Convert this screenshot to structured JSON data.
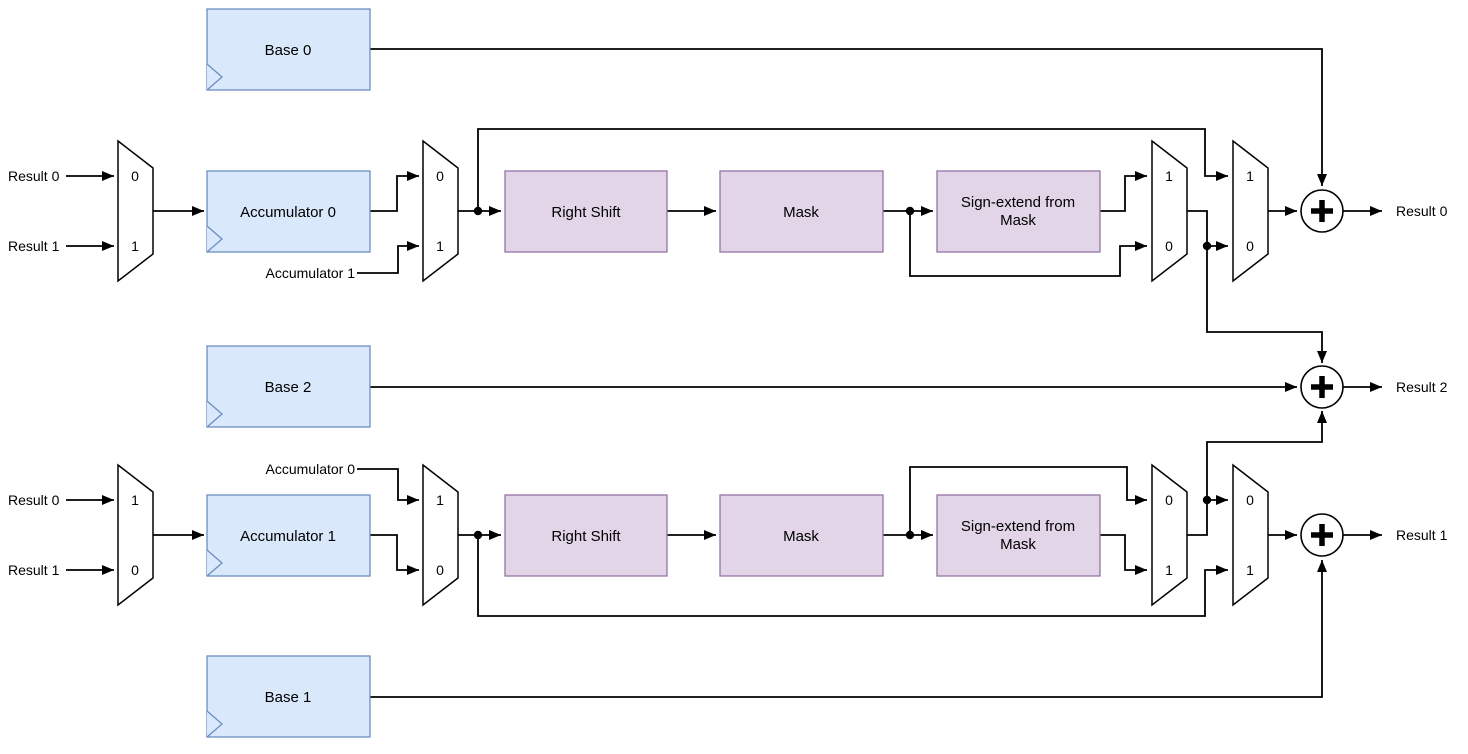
{
  "diagram": {
    "type": "datapath-block-diagram",
    "colors": {
      "register_fill": "#dae8fc",
      "register_stroke": "#6c8ebf",
      "block_fill": "#e1d5e7",
      "block_stroke": "#9673a6",
      "wire": "#000000",
      "background": "#ffffff"
    },
    "registers": {
      "base0": "Base 0",
      "base1": "Base 1",
      "base2": "Base 2",
      "accumulator0": "Accumulator 0",
      "accumulator1": "Accumulator 1"
    },
    "blocks": {
      "right_shift": "Right Shift",
      "mask": "Mask",
      "sign_extend_line1": "Sign-extend from",
      "sign_extend_line2": "Mask"
    },
    "ports": {
      "result0": "Result 0",
      "result1": "Result 1",
      "result2": "Result 2"
    },
    "wire_labels": {
      "accumulator0": "Accumulator 0",
      "accumulator1": "Accumulator 1"
    },
    "mux_labels": {
      "zero": "0",
      "one": "1"
    },
    "adder_symbol": "+"
  }
}
